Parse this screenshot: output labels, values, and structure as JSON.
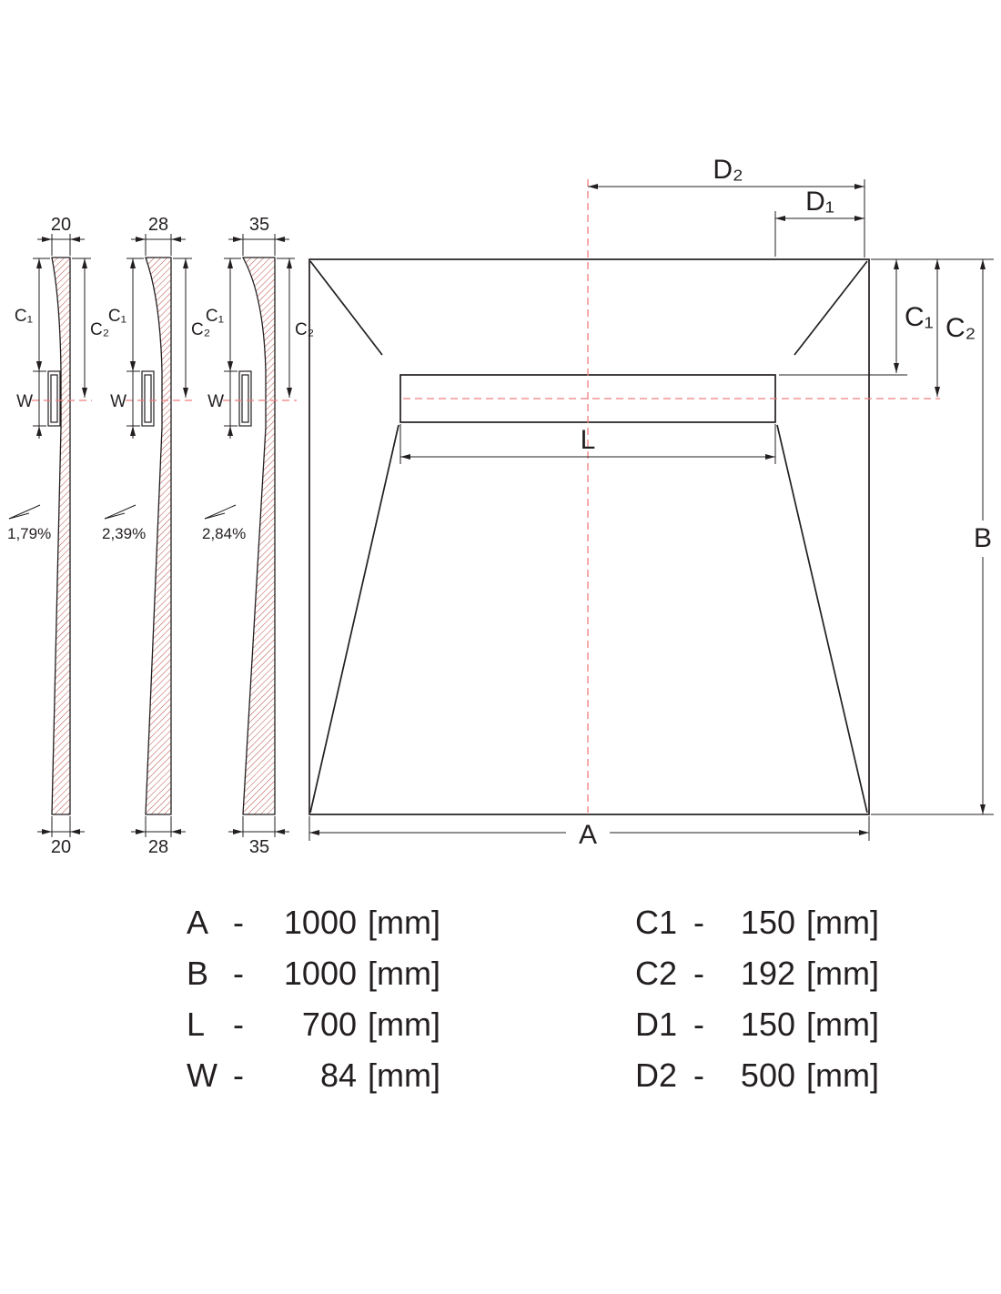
{
  "colors": {
    "line": "#231f20",
    "accent": "#f07d7d",
    "hatch": "#b03a34"
  },
  "sections": [
    {
      "thickness": "20",
      "slope": "1,79%"
    },
    {
      "thickness": "28",
      "slope": "2,39%"
    },
    {
      "thickness": "35",
      "slope": "2,84%"
    }
  ],
  "dim_labels": {
    "c1": "C₁",
    "c2": "C₂",
    "w": "W"
  },
  "plan": {
    "a": "A",
    "b": "B",
    "l": "L",
    "c1": "C₁",
    "c2": "C₂",
    "d1": "D₁",
    "d2": "D₂"
  },
  "table": {
    "separator": "-",
    "unit": "[mm]",
    "left": [
      {
        "name": "A",
        "value": "1000"
      },
      {
        "name": "B",
        "value": "1000"
      },
      {
        "name": "L",
        "value": "700"
      },
      {
        "name": "W",
        "value": "84"
      }
    ],
    "right": [
      {
        "name": "C1",
        "value": "150"
      },
      {
        "name": "C2",
        "value": "192"
      },
      {
        "name": "D1",
        "value": "150"
      },
      {
        "name": "D2",
        "value": "500"
      }
    ]
  }
}
